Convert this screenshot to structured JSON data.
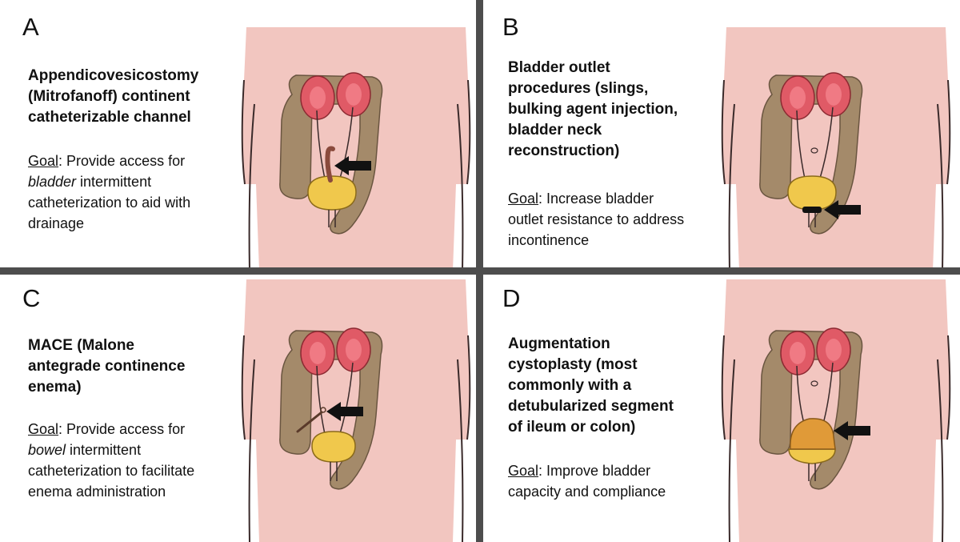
{
  "panels": [
    {
      "letter": "A",
      "title_lines": [
        "Appendicovesicostomy",
        "(Mitrofanoff) continent",
        "catheterizable channel"
      ],
      "goal_label": "Goal",
      "goal_parts": [
        ": Provide access for ",
        "bladder",
        " intermittent catheterization to aid with drainage"
      ]
    },
    {
      "letter": "B",
      "title_lines": [
        "Bladder outlet",
        "procedures (slings,",
        "bulking agent injection,",
        "bladder neck",
        "reconstruction)"
      ],
      "goal_label": "Goal",
      "goal_parts": [
        ": Increase bladder outlet resistance to address incontinence"
      ]
    },
    {
      "letter": "C",
      "title_lines": [
        "MACE (Malone",
        "antegrade continence",
        "enema)"
      ],
      "goal_label": "Goal",
      "goal_parts": [
        ": Provide access for ",
        "bowel",
        " intermittent catheterization to facilitate enema administration"
      ]
    },
    {
      "letter": "D",
      "title_lines": [
        "Augmentation",
        "cystoplasty (most",
        "commonly with a",
        "detubularized segment",
        "of ileum or colon)"
      ],
      "goal_label": "Goal",
      "goal_parts": [
        ": Improve  bladder capacity and compliance"
      ]
    }
  ],
  "colors": {
    "skin": "#f2c6c0",
    "skin_outline": "#3a2a2a",
    "colon": "#a48a6a",
    "kidney": "#e05a66",
    "bladder": "#f0c84c",
    "augment_patch": "#e09a38",
    "appendix": "#8a4a3c",
    "arrow": "#111111",
    "divider": "#4d4d4d"
  },
  "icons": [
    "arrow-pointer-icon"
  ]
}
